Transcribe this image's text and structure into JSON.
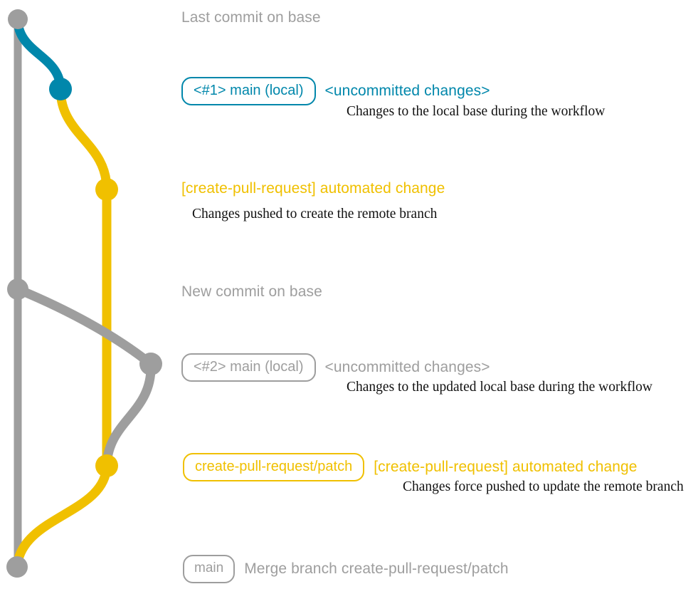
{
  "diagram": {
    "title": "git-commit-graph",
    "colors": {
      "base_gray": "#9e9e9e",
      "local_teal": "#0087ab",
      "patch_yellow": "#f0c000",
      "text_black": "#111111",
      "background": "#ffffff"
    }
  },
  "rows": [
    {
      "id": "last-commit-on-base",
      "node_color": "#9e9e9e",
      "caption": "Last commit on base",
      "caption_color": "#9e9e9e",
      "pill": null,
      "description": null
    },
    {
      "id": "local-main-1",
      "node_color": "#0087ab",
      "pill": "<#1> main (local)",
      "pill_color": "#0087ab",
      "caption": "<uncommitted changes>",
      "caption_color": "#0087ab",
      "description": "Changes to the local base during the workflow"
    },
    {
      "id": "create-pull-request-commit-1",
      "node_color": "#f0c000",
      "pill": null,
      "caption": "[create-pull-request] automated change",
      "caption_color": "#f0c000",
      "description": "Changes pushed to create the remote branch"
    },
    {
      "id": "new-commit-on-base",
      "node_color": "#9e9e9e",
      "pill": null,
      "caption": "New commit on base",
      "caption_color": "#9e9e9e",
      "description": null
    },
    {
      "id": "local-main-2",
      "node_color": "#9e9e9e",
      "pill": "<#2> main (local)",
      "pill_color": "#9e9e9e",
      "caption": "<uncommitted changes>",
      "caption_color": "#9e9e9e",
      "description": "Changes to the updated local base during the workflow"
    },
    {
      "id": "create-pull-request-commit-2",
      "node_color": "#f0c000",
      "pill": "create-pull-request/patch",
      "pill_color": "#f0c000",
      "caption": "[create-pull-request] automated change",
      "caption_color": "#f0c000",
      "description": "Changes force pushed to update the remote branch"
    },
    {
      "id": "merge-commit",
      "node_color": "#9e9e9e",
      "pill": "main",
      "pill_color": "#9e9e9e",
      "caption": "Merge branch create-pull-request/patch",
      "caption_color": "#9e9e9e",
      "description": null
    }
  ]
}
